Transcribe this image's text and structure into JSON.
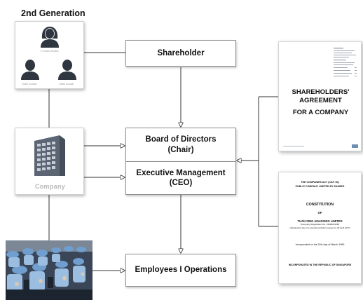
{
  "title": "2nd Generation",
  "avatars": [
    {
      "label": "Female Avatar",
      "icon": "female-avatar-icon"
    },
    {
      "label": "Male Avatar",
      "icon": "male-avatar-icon"
    },
    {
      "label": "Male Avatar",
      "icon": "male-avatar-icon"
    }
  ],
  "company": {
    "label": "Company",
    "icon": "office-building-icon"
  },
  "boxes": {
    "shareholder": "Shareholder",
    "board": "Board of Directors",
    "board_sub": "(Chair)",
    "exec": "Executive Management",
    "exec_sub": "(CEO)",
    "employees": "Employees I Operations"
  },
  "doc1": {
    "line1": "SHAREHOLDERS'",
    "line2": "AGREEMENT",
    "line3": "FOR A COMPANY"
  },
  "doc2": {
    "act": "THE COMPANIES ACT (CAP. 50)",
    "public": "PUBLIC COMPANY LIMITED BY SHARES",
    "constitution": "CONSTITUTION",
    "of": "OF",
    "company_name": "TUAN SING HOLDINGS LIMITED",
    "reg_no": "(Company Registration No. 196900130M)",
    "adopted": "(Adopted by way of a special resolution passed on 26 April 2017)",
    "incorporated": "Incorporated on the 11th day of March 1969",
    "republic": "INCORPORATED IN THE REPUBLIC OF SINGAPORE"
  },
  "colors": {
    "avatar": "#2f3640",
    "building": "#5b6573",
    "line": "#333333"
  }
}
